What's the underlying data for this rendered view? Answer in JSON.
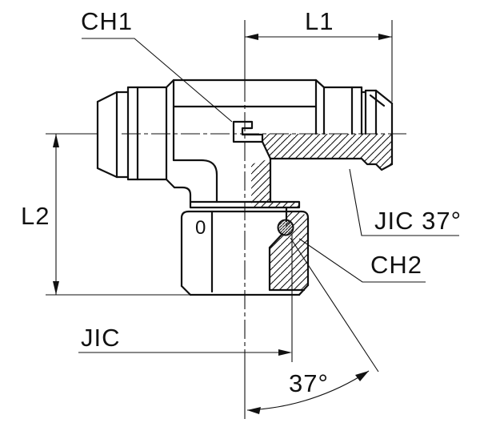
{
  "drawing": {
    "type": "technical-drawing",
    "subject": "JIC 37 degree flare tee fitting, half-section view",
    "labels": {
      "ch1": "CH1",
      "l1": "L1",
      "l2": "L2",
      "jic37": "JIC 37°",
      "ch2": "CH2",
      "jic": "JIC",
      "angle": "37°",
      "nut_mark": "0"
    },
    "colors": {
      "line": "#111111",
      "background": "#ffffff"
    }
  }
}
